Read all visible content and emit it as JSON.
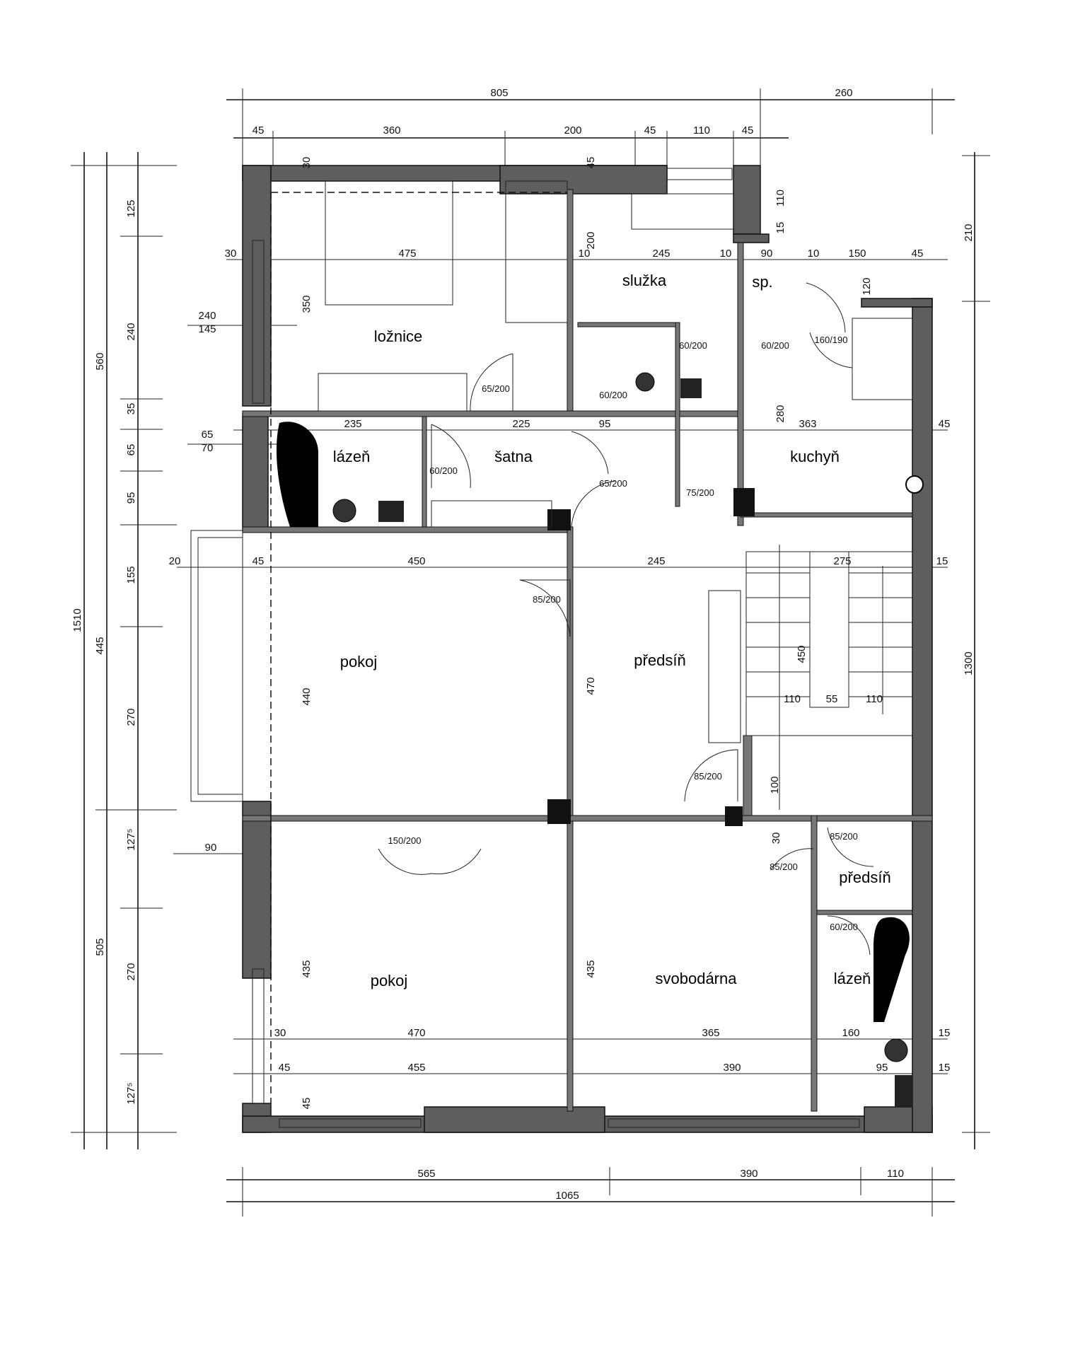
{
  "rooms": {
    "loznice": "ložnice",
    "sluzka": "služka",
    "spiz": "sp.",
    "lazen_top": "lázeň",
    "satna": "šatna",
    "kuchyn": "kuchyň",
    "pokoj_mid": "pokoj",
    "predsin_mid": "předsíň",
    "pokoj_bottom": "pokoj",
    "svobodarna": "svobodárna",
    "predsin_small": "předsíň",
    "lazen_bottom": "lázeň"
  },
  "dims_top": [
    "805",
    "260",
    "45",
    "360",
    "200",
    "45",
    "110",
    "45"
  ],
  "dims_rows": [
    "30",
    "475",
    "245",
    "90",
    "150",
    "45",
    "235",
    "225",
    "95",
    "363",
    "20",
    "45",
    "450",
    "245",
    "275",
    "30",
    "470",
    "365",
    "160",
    "45",
    "455",
    "390",
    "95"
  ],
  "dims_bottom": [
    "565",
    "390",
    "110",
    "1065"
  ],
  "dims_left": [
    "1510",
    "560",
    "445",
    "505",
    "125",
    "240",
    "35",
    "65",
    "95",
    "155",
    "270",
    "127⁵",
    "270",
    "127⁵",
    "240",
    "145",
    "65",
    "70",
    "90"
  ],
  "dims_right": [
    "210",
    "1300",
    "45",
    "15",
    "15",
    "15"
  ],
  "dims_inner": [
    "30",
    "45",
    "350",
    "200",
    "10",
    "10",
    "10",
    "110",
    "15",
    "120",
    "280",
    "440",
    "470",
    "435",
    "435",
    "45",
    "110",
    "55",
    "110",
    "450",
    "100",
    "30"
  ],
  "doors": [
    "65/200",
    "60/200",
    "60/200",
    "60/200",
    "160/190",
    "60/200",
    "65/200",
    "75/200",
    "85/200",
    "85/200",
    "150/200",
    "85/200",
    "85/200",
    "60/200"
  ]
}
